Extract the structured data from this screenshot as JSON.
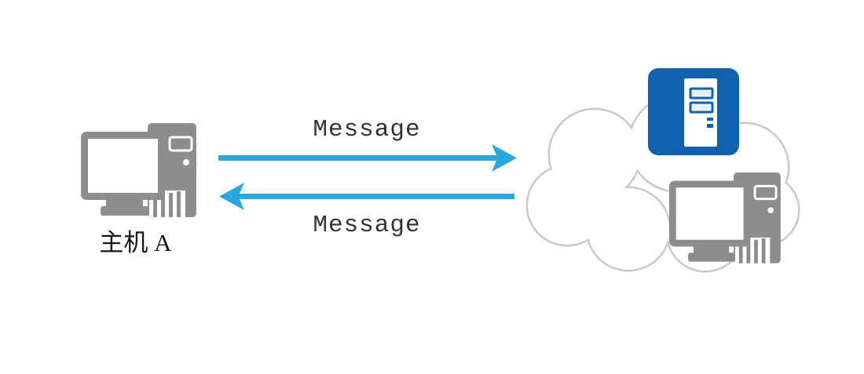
{
  "nodes": {
    "host_a": {
      "label": "主机 A",
      "icon": "desktop-computer-icon"
    },
    "network_cloud": {
      "icon": "cloud-icon"
    },
    "server": {
      "icon": "server-icon"
    },
    "host_b": {
      "icon": "desktop-computer-icon"
    }
  },
  "messages": {
    "to_network": {
      "label": "Message",
      "direction": "right"
    },
    "from_network": {
      "label": "Message",
      "direction": "left"
    }
  },
  "colors": {
    "arrow_blue": "#29a8e0",
    "icon_gray": "#8d8d8d",
    "cloud_gray": "#c9c9c9",
    "server_blue": "#1061ae",
    "text_dark": "#333333"
  }
}
